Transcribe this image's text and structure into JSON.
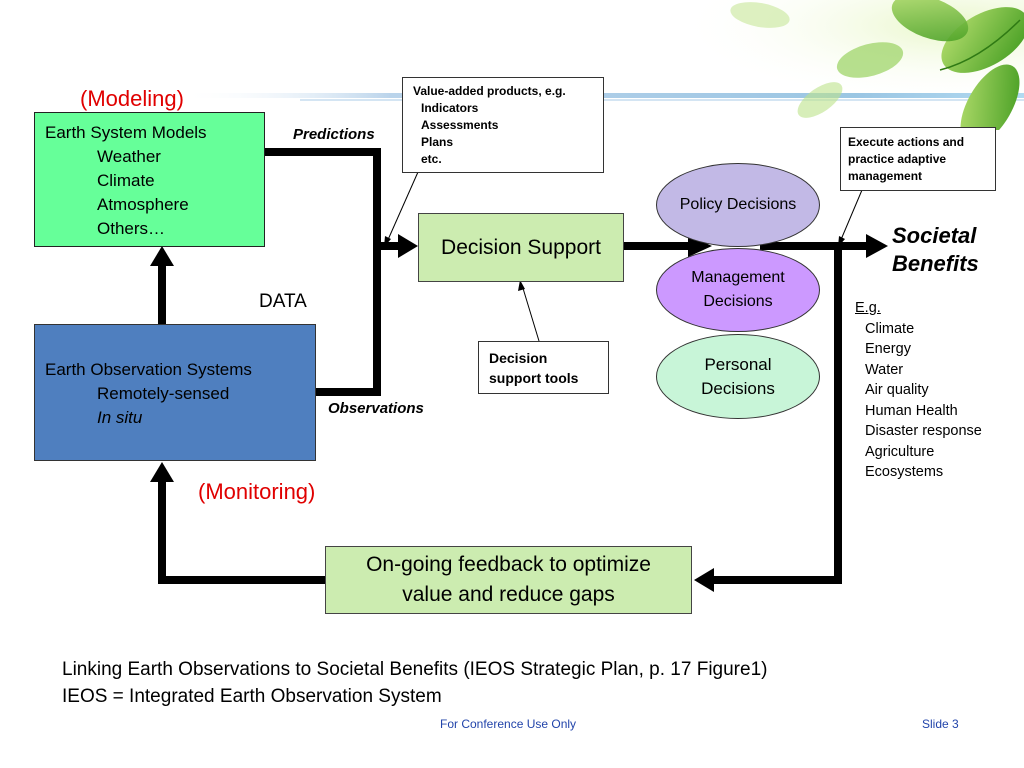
{
  "labels": {
    "modeling": "(Modeling)",
    "monitoring": "(Monitoring)",
    "data": "DATA",
    "predictions": "Predictions",
    "observations": "Observations"
  },
  "earth_system_models": {
    "title": "Earth System Models",
    "items": [
      "Weather",
      "Climate",
      "Atmosphere",
      "Others…"
    ]
  },
  "earth_observation_systems": {
    "title": "Earth Observation Systems",
    "items": [
      "Remotely-sensed",
      "In situ"
    ]
  },
  "value_added": {
    "title": "Value-added products, e.g.",
    "items": [
      "Indicators",
      "Assessments",
      "Plans",
      "etc."
    ]
  },
  "decision_support": "Decision Support",
  "decision_support_tools": [
    "Decision",
    "support tools"
  ],
  "execute_actions": [
    "Execute actions and",
    "practice adaptive",
    "management"
  ],
  "decisions": {
    "policy": "Policy Decisions",
    "management": [
      "Management",
      "Decisions"
    ],
    "personal": [
      "Personal",
      "Decisions"
    ]
  },
  "societal_benefits": {
    "title": [
      "Societal",
      "Benefits"
    ],
    "eg": "E.g.",
    "items": [
      "Climate",
      "Energy",
      "Water",
      "Air quality",
      "Human Health",
      "Disaster response",
      "Agriculture",
      "Ecosystems"
    ]
  },
  "feedback": [
    "On-going feedback to optimize",
    "value and reduce gaps"
  ],
  "caption": [
    "Linking Earth Observations to Societal Benefits (IEOS Strategic Plan, p. 17 Figure1)",
    "IEOS = Integrated Earth Observation System"
  ],
  "footer": {
    "center": "For Conference Use Only",
    "slide": "Slide 3"
  },
  "colors": {
    "esm_fill": "#66ff99",
    "eos_fill": "#4f7fbf",
    "decision_support_fill": "#ccecb0",
    "policy_fill": "#c2b9e6",
    "management_fill": "#cc99ff",
    "personal_fill": "#c8f5d8",
    "feedback_fill": "#ccecb0",
    "label_red": "#e00000",
    "footer_blue": "#2244aa"
  }
}
